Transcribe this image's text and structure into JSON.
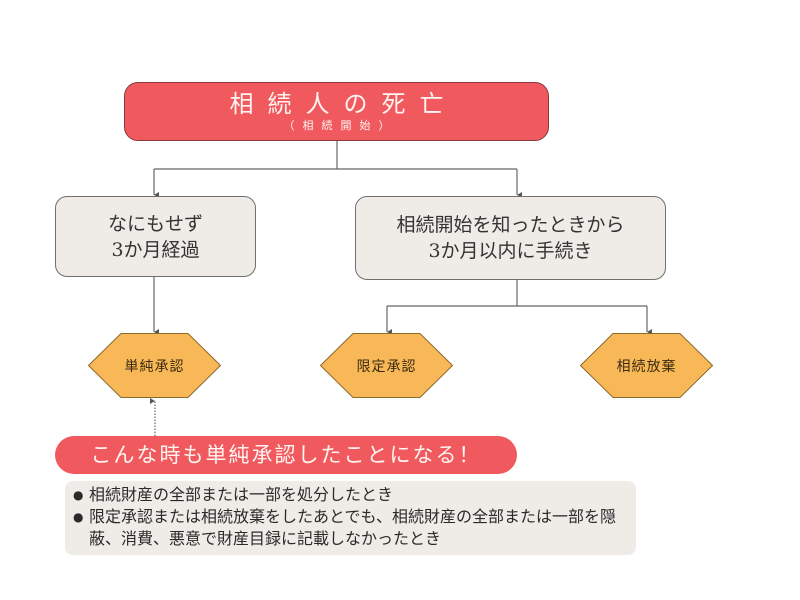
{
  "diagram": {
    "root": {
      "title": "相続人の死亡",
      "subtitle": "（相続開始）"
    },
    "branches": [
      {
        "label_lines": [
          "なにもせず",
          "3か月経過"
        ]
      },
      {
        "label_lines": [
          "相続開始を知ったときから",
          "3か月以内に手続き"
        ]
      }
    ],
    "outcomes": [
      {
        "label": "単純承認"
      },
      {
        "label": "限定承認"
      },
      {
        "label": "相続放棄"
      }
    ],
    "callout": {
      "heading": "こんな時も単純承認したことになる！",
      "items": [
        "相続財産の全部または一部を処分したとき",
        "限定承認または相続放棄をしたあとでも、相続財産の全部または一部を隠蔽、消費、悪意で財産目録に記載しなかったとき"
      ],
      "bullet": "●"
    },
    "colors": {
      "root_fill": "#f05a5f",
      "branch_fill": "#efebe7",
      "outcome_fill": "#f9b857",
      "callout_fill": "#f05a5f",
      "list_fill": "#efebe7",
      "connector": "#666666"
    }
  }
}
